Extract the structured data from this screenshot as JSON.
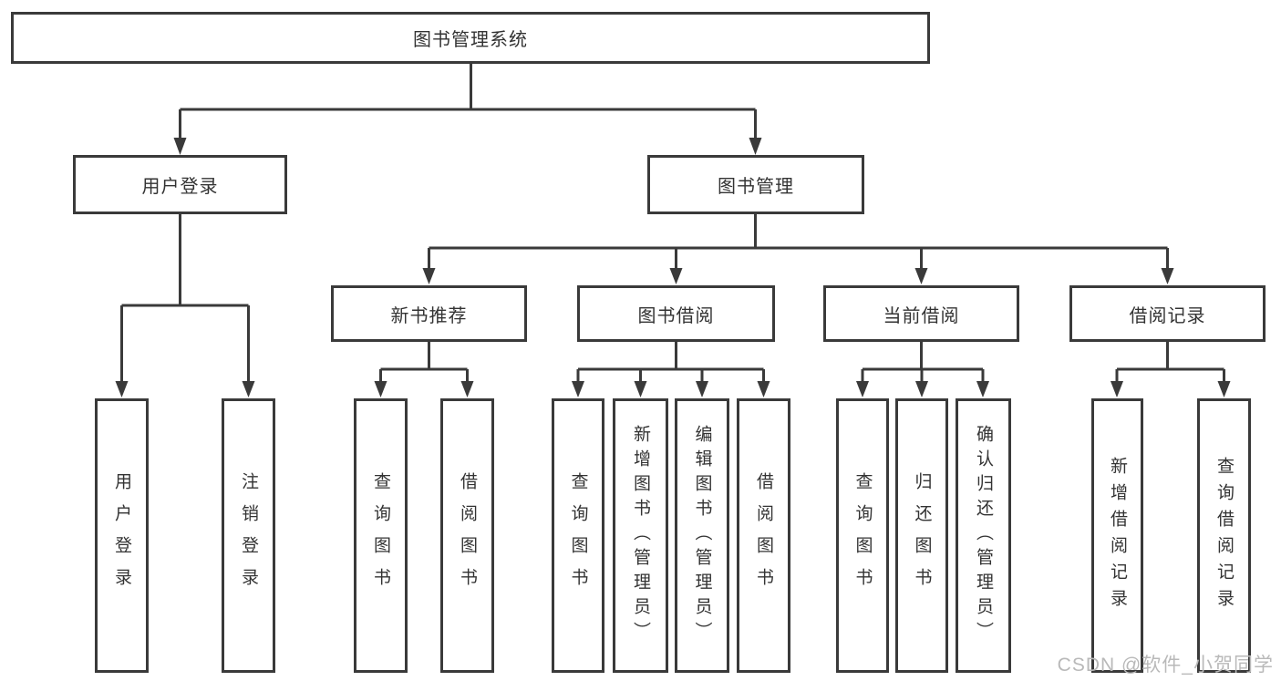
{
  "diagram": {
    "title": "图书管理系统",
    "colors": {
      "line": "#3a3a3a",
      "text": "#333333",
      "box_background": "#ffffff",
      "watermark": "#b9b9b9"
    },
    "root": {
      "label": "图书管理系统",
      "children": [
        {
          "label": "用户登录",
          "children": [
            {
              "label": "用户登录"
            },
            {
              "label": "注销登录"
            }
          ]
        },
        {
          "label": "图书管理",
          "children": [
            {
              "label": "新书推荐",
              "children": [
                {
                  "label": "查询图书"
                },
                {
                  "label": "借阅图书"
                }
              ]
            },
            {
              "label": "图书借阅",
              "children": [
                {
                  "label": "查询图书"
                },
                {
                  "label": "新增图书（管理员）"
                },
                {
                  "label": "编辑图书（管理员）"
                },
                {
                  "label": "借阅图书"
                }
              ]
            },
            {
              "label": "当前借阅",
              "children": [
                {
                  "label": "查询图书"
                },
                {
                  "label": "归还图书"
                },
                {
                  "label": "确认归还（管理员）"
                }
              ]
            },
            {
              "label": "借阅记录",
              "children": [
                {
                  "label": "新增借阅记录"
                },
                {
                  "label": "查询借阅记录"
                }
              ]
            }
          ]
        }
      ]
    },
    "watermark": "CSDN @软件_小贺同学"
  }
}
